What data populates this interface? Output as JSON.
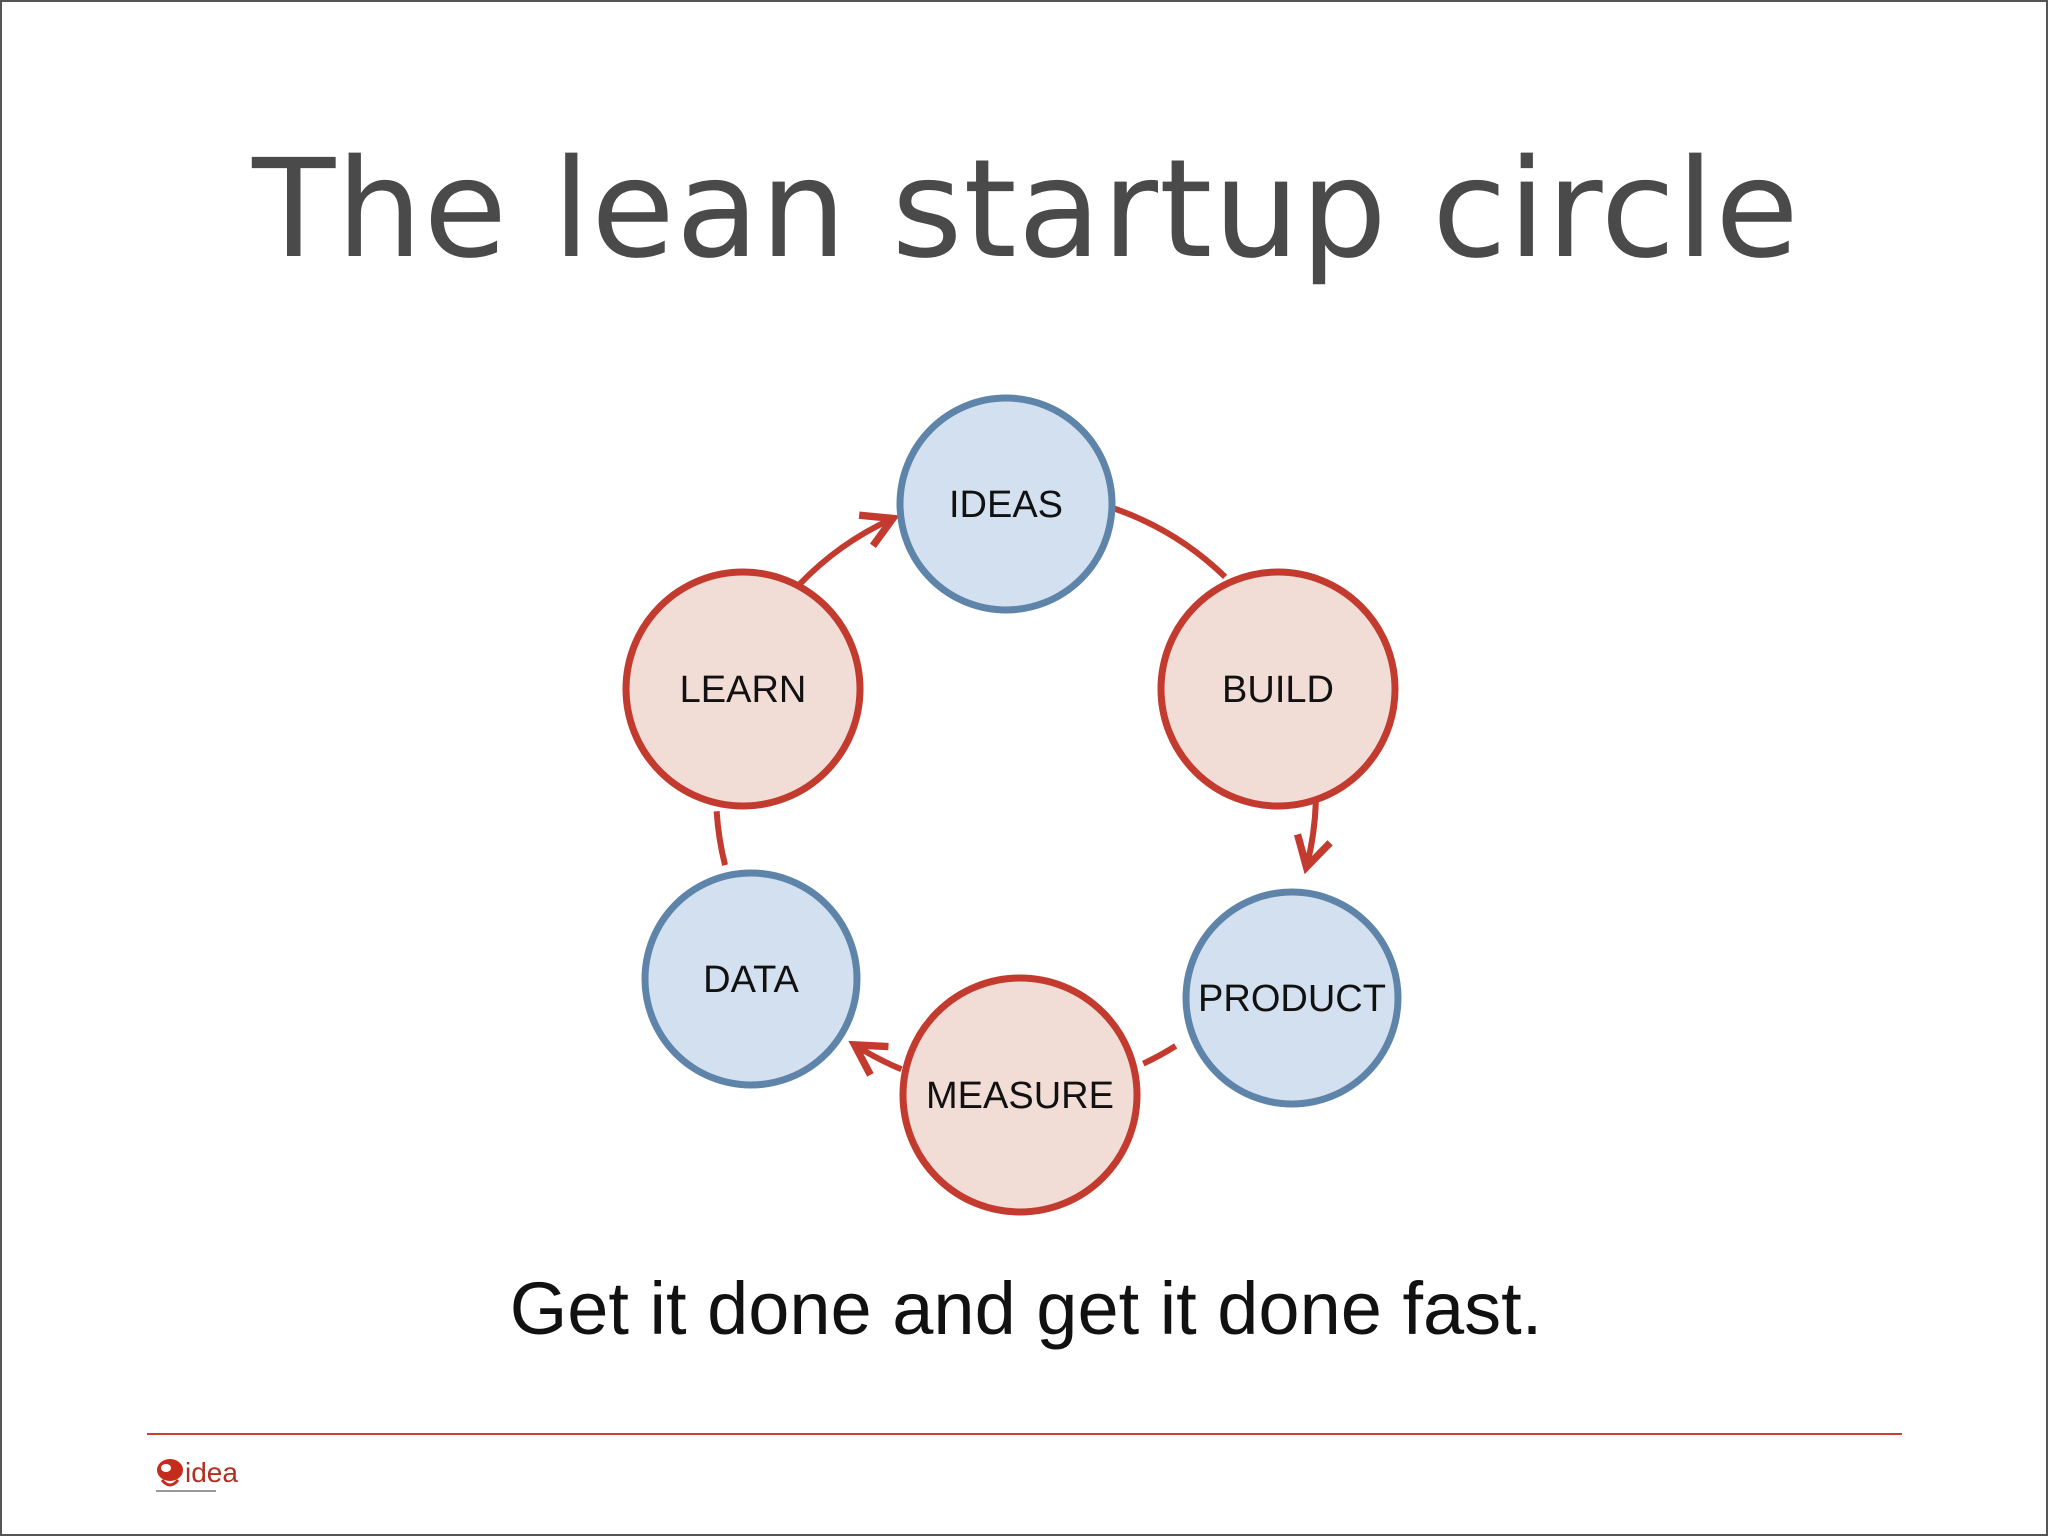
{
  "slide": {
    "title": "The lean startup circle",
    "subtitle": "Get it done and get it done fast."
  },
  "diagram": {
    "nodes": [
      {
        "id": "ideas",
        "label": "IDEAS",
        "kind": "artifact"
      },
      {
        "id": "build",
        "label": "BUILD",
        "kind": "activity"
      },
      {
        "id": "product",
        "label": "PRODUCT",
        "kind": "artifact"
      },
      {
        "id": "measure",
        "label": "MEASURE",
        "kind": "activity"
      },
      {
        "id": "data",
        "label": "DATA",
        "kind": "artifact"
      },
      {
        "id": "learn",
        "label": "LEARN",
        "kind": "activity"
      }
    ],
    "edges": [
      {
        "from": "ideas",
        "to": "build"
      },
      {
        "from": "build",
        "to": "product"
      },
      {
        "from": "product",
        "to": "measure"
      },
      {
        "from": "measure",
        "to": "data"
      },
      {
        "from": "data",
        "to": "learn"
      },
      {
        "from": "learn",
        "to": "ideas"
      }
    ],
    "colors": {
      "artifact_fill": "#d3e0ef",
      "artifact_stroke": "#5f84aa",
      "activity_fill": "#f2ddd6",
      "activity_stroke": "#c33a2f",
      "arrow": "#c33a2f"
    }
  },
  "footer": {
    "logo": "idea",
    "rule_color": "#c9402d"
  }
}
